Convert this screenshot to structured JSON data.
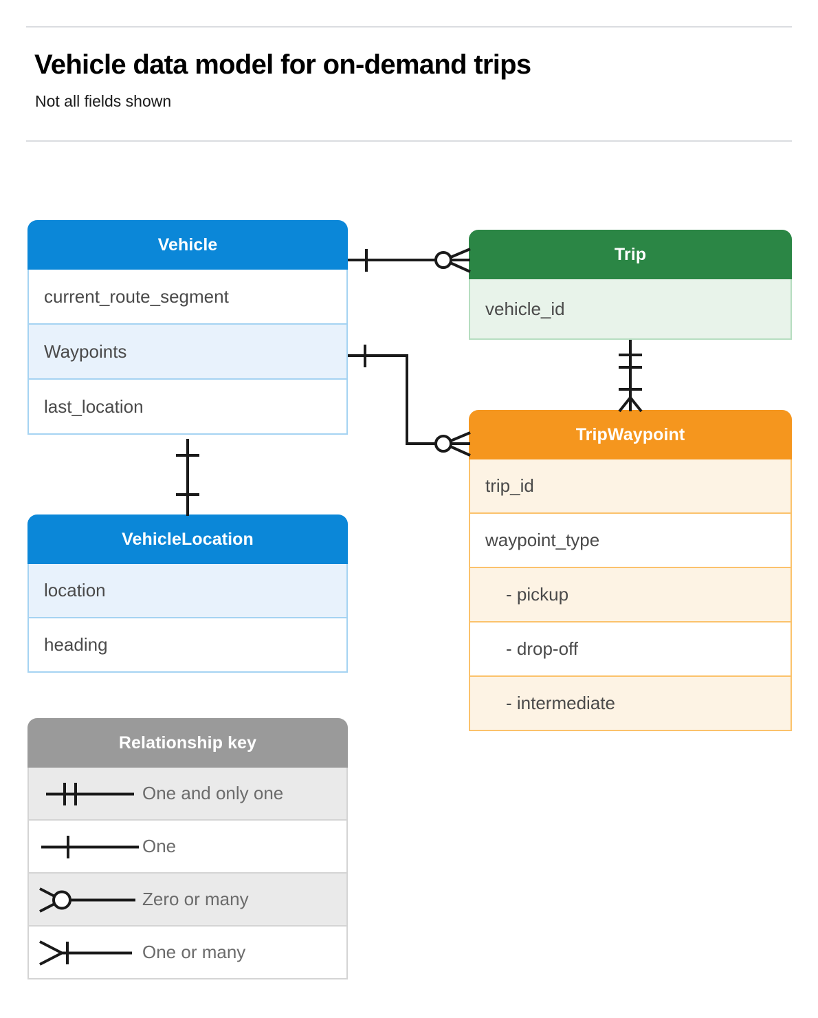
{
  "header": {
    "title": "Vehicle data model for on-demand trips",
    "subtitle": "Not all fields shown"
  },
  "colors": {
    "blue": "#0b87d8",
    "blue_row": "#e8f2fc",
    "blue_border": "#a5d3f2",
    "green": "#2b8645",
    "green_row": "#e8f3ea",
    "green_border": "#b6ddc0",
    "orange": "#f5961e",
    "orange_row": "#fdf3e4",
    "orange_border": "#fbc26b",
    "gray": "#9a9a9a",
    "gray_row": "#eaeaea",
    "line": "#1a1a1a",
    "rule": "#dadce0",
    "field_text": "#4a4a4a"
  },
  "entities": [
    {
      "name": "Vehicle",
      "theme": "blue",
      "fields": [
        {
          "label": "current_route_segment",
          "shaded": false
        },
        {
          "label": "Waypoints",
          "shaded": true
        },
        {
          "label": "last_location",
          "shaded": false
        }
      ]
    },
    {
      "name": "Trip",
      "theme": "green",
      "fields": [
        {
          "label": "vehicle_id",
          "shaded": true
        }
      ]
    },
    {
      "name": "TripWaypoint",
      "theme": "orange",
      "fields": [
        {
          "label": "trip_id",
          "shaded": true,
          "indent": false
        },
        {
          "label": "waypoint_type",
          "shaded": false,
          "indent": false
        },
        {
          "label": "-  pickup",
          "shaded": true,
          "indent": true
        },
        {
          "label": "-  drop-off",
          "shaded": false,
          "indent": true
        },
        {
          "label": "-  intermediate",
          "shaded": true,
          "indent": true
        }
      ]
    },
    {
      "name": "VehicleLocation",
      "theme": "blue",
      "fields": [
        {
          "label": "location",
          "shaded": true
        },
        {
          "label": "heading",
          "shaded": false
        }
      ]
    }
  ],
  "legend": {
    "title": "Relationship key",
    "items": [
      {
        "label": "One and only one",
        "symbol": "one-and-only-one",
        "shaded": true
      },
      {
        "label": "One",
        "symbol": "one",
        "shaded": false
      },
      {
        "label": "Zero or many",
        "symbol": "zero-or-many",
        "shaded": true
      },
      {
        "label": "One or many",
        "symbol": "one-or-many",
        "shaded": false
      }
    ]
  },
  "relationships": [
    {
      "from": "Vehicle",
      "to": "Trip",
      "from_cardinality": "one",
      "to_cardinality": "zero-or-many"
    },
    {
      "from": "Vehicle.Waypoints",
      "to": "TripWaypoint",
      "from_cardinality": "one",
      "to_cardinality": "zero-or-many"
    },
    {
      "from": "Trip",
      "to": "TripWaypoint",
      "from_cardinality": "one-and-only-one",
      "to_cardinality": "one-or-many"
    },
    {
      "from": "Vehicle",
      "to": "VehicleLocation",
      "from_cardinality": "one",
      "to_cardinality": "one"
    }
  ]
}
